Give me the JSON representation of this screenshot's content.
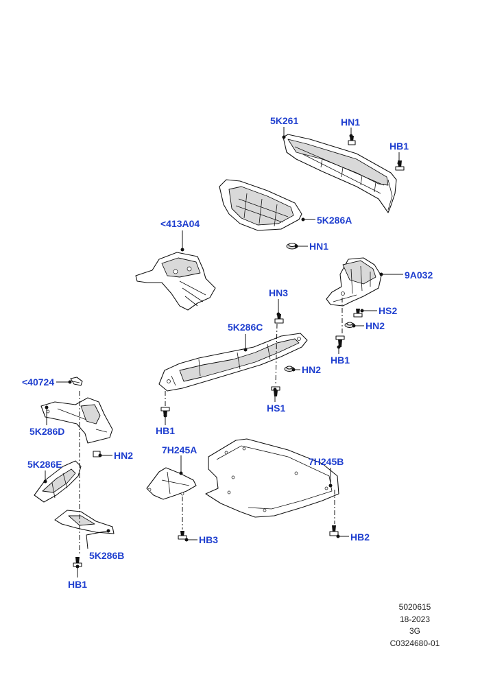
{
  "callouts": {
    "c_5k261": "5K261",
    "c_hn1_top": "HN1",
    "c_hb1_top": "HB1",
    "c_5k286a": "5K286A",
    "c_hn1_mid": "HN1",
    "c_413a04": "<413A04",
    "c_9a032": "9A032",
    "c_hn3": "HN3",
    "c_hs2": "HS2",
    "c_hn2_right": "HN2",
    "c_5k286c": "5K286C",
    "c_hb1_right": "HB1",
    "c_hn2_mid": "HN2",
    "c_hs1": "HS1",
    "c_hb1_mid": "HB1",
    "c_40724": "<40724",
    "c_5k286d": "5K286D",
    "c_hn2_left": "HN2",
    "c_7h245a": "7H245A",
    "c_7h245b": "7H245B",
    "c_5k286e": "5K286E",
    "c_hb3": "HB3",
    "c_hb2": "HB2",
    "c_5k286b": "5K286B",
    "c_hb1_bottom": "HB1"
  },
  "meta": {
    "line1": "5020615",
    "line2": "18-2023",
    "line3": "3G",
    "line4": "C0324680-01"
  },
  "colors": {
    "callout_text": "#1f3fcf",
    "line_art": "#111111"
  }
}
